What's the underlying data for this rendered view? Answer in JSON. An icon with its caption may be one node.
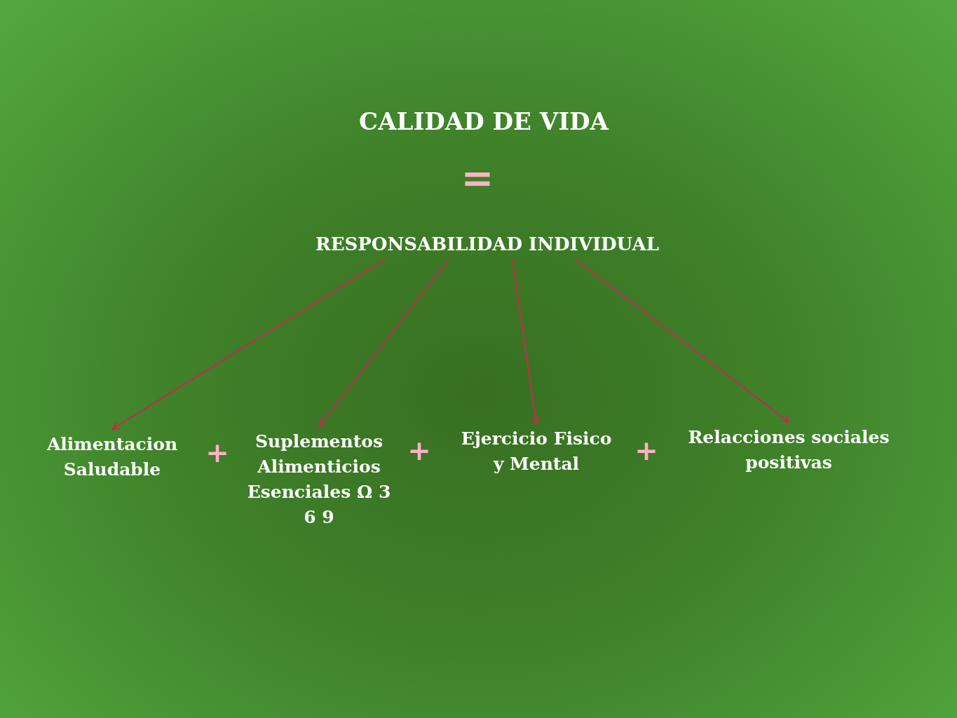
{
  "diagram": {
    "nodes": [
      {
        "text": [
          "CALIDAD DE VIDA"
        ]
      },
      {
        "text": [
          "RESPONSABILIDAD INDIVIDUAL"
        ]
      },
      {
        "text": [
          "Alimentacion Saludable"
        ]
      },
      {
        "text": [
          "Suplementos Alimenticios Esenciales Ω 3 6 9"
        ]
      },
      {
        "text": [
          "Ejercicio Fisico y Mental"
        ]
      },
      {
        "text": [
          "Relacciones sociales positivas"
        ]
      }
    ],
    "edges": [
      {
        "from": 1,
        "to": 2,
        "arrow": "to"
      },
      {
        "from": 1,
        "to": 3,
        "arrow": "to"
      },
      {
        "from": 1,
        "to": 4,
        "arrow": "to"
      },
      {
        "from": 1,
        "to": 5,
        "arrow": "to"
      }
    ],
    "labels": [
      "=",
      "+",
      "+",
      "+"
    ]
  }
}
